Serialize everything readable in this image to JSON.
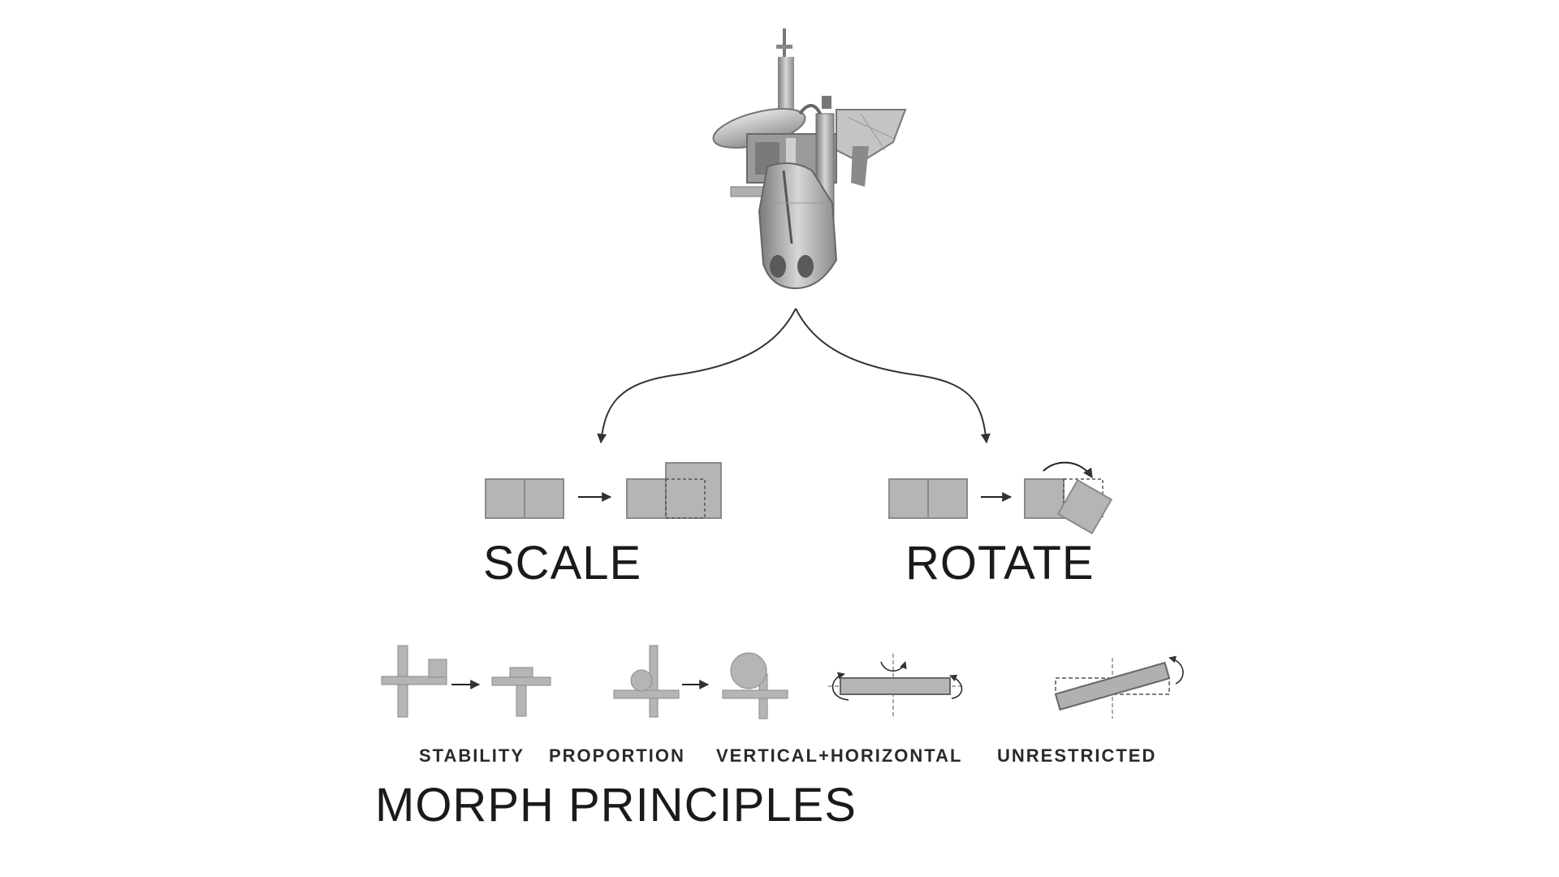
{
  "labels": {
    "scale": "SCALE",
    "rotate": "ROTATE",
    "stability": "STABILITY",
    "proportion": "PROPORTION",
    "vertical_horizontal": "VERTICAL+HORIZONTAL",
    "unrestricted": "UNRESTRICTED",
    "title": "MORPH PRINCIPLES"
  },
  "colors": {
    "block_fill": "#b5b5b5",
    "block_stroke": "#8a8a8a",
    "line": "#333333",
    "sculpture_light": "#d8d8d8",
    "sculpture_mid": "#a8a8a8",
    "sculpture_dark": "#6e6e6e"
  }
}
